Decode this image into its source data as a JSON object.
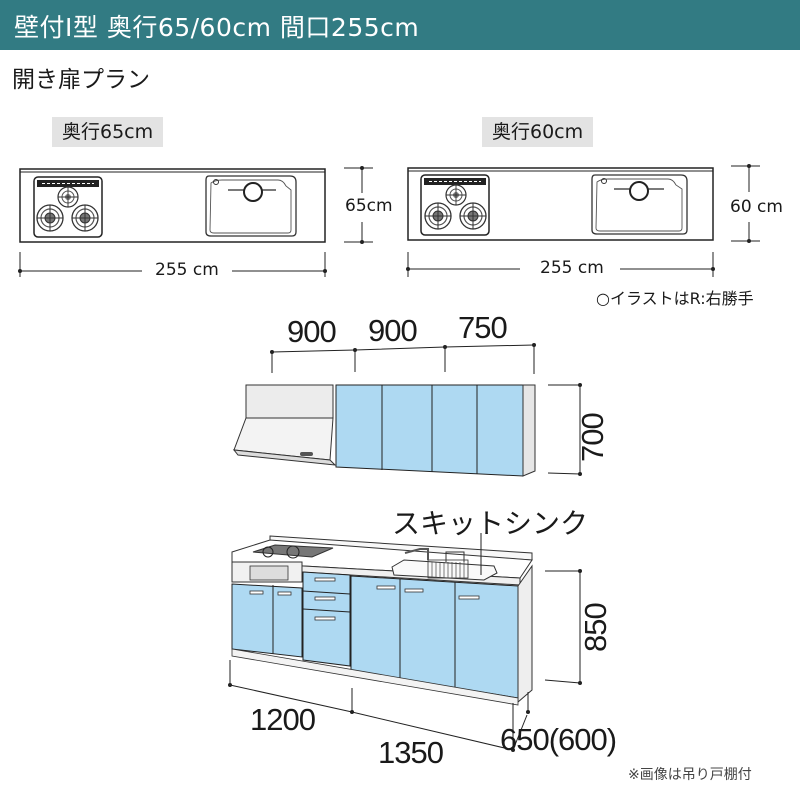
{
  "header": {
    "title": "壁付I型 奥行65/60cm 間口255cm",
    "background_color": "#327b83"
  },
  "plan": {
    "title": "開き扉プラン"
  },
  "top_views": [
    {
      "depth_label": "奥行65cm",
      "width_dim": "255 cm",
      "depth_dim": "65cm"
    },
    {
      "depth_label": "奥行60cm",
      "width_dim": "255 cm",
      "depth_dim": "60 cm"
    }
  ],
  "legend_note": "○イラストはR:右勝手",
  "wall_cabinet": {
    "widths": [
      "900",
      "900",
      "750"
    ],
    "height": "700"
  },
  "base_cabinet": {
    "sink_label": "スキットシンク",
    "height": "850",
    "left_width": "1200",
    "right_width": "1350",
    "depth": "650(600)"
  },
  "foot_note": "※画像は吊り戸棚付",
  "colors": {
    "cabinet_blue": "#aed9f2",
    "panel_gray": "#eeeeee",
    "line": "#222222"
  }
}
